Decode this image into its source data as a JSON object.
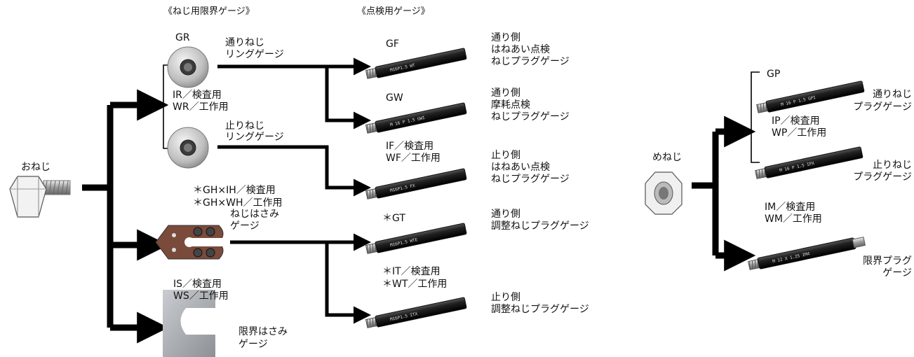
{
  "headers": {
    "limit": "《ねじ用限界ゲージ》",
    "check": "《点検用ゲージ》"
  },
  "external": {
    "label": "おねじ",
    "gr": {
      "code": "GR",
      "name": [
        "通りねじ",
        "リングゲージ"
      ]
    },
    "ir_wr": [
      "IR／検査用",
      "WR／工作用"
    ],
    "stop_ring": [
      "止りねじ",
      "リングゲージ"
    ],
    "gh": [
      "＊GH×IH／検査用",
      "＊GH×WH／工作用"
    ],
    "thread_snap": [
      "ねじはさみ",
      "ゲージ"
    ],
    "is_ws": [
      "IS／検査用",
      "WS／工作用"
    ],
    "limit_snap": [
      "限界はさみ",
      "ゲージ"
    ]
  },
  "check": {
    "gf": {
      "code": "GF",
      "desc": [
        "通り側",
        "はねあい点検",
        "ねじプラグゲージ"
      ],
      "mark": "M16P1.5 WT"
    },
    "gw": {
      "code": "GW",
      "desc": [
        "通り側",
        "摩耗点検",
        "ねじプラグゲージ"
      ],
      "mark": "M 16 P 1.5 GWI"
    },
    "if_wf": {
      "codes": [
        "IF／検査用",
        "WF／工作用"
      ],
      "desc": [
        "止り側",
        "はねあい点検",
        "ねじプラグゲージ"
      ],
      "mark": "M16P1.5 FX"
    },
    "gt": {
      "code": "＊GT",
      "desc": [
        "通り側",
        "調整ねじプラグゲージ"
      ],
      "mark": "M16P1.5 WTE"
    },
    "it_wt": {
      "codes": [
        "＊IT／検査用",
        "＊WT／工作用"
      ],
      "desc": [
        "止り側",
        "調整ねじプラグゲージ"
      ],
      "mark": "M16P1.5 ITX"
    }
  },
  "internal": {
    "label": "めねじ",
    "gp": {
      "code": "GP",
      "name": [
        "通りねじ",
        "プラグゲージ"
      ],
      "mark": "M 16 P 1.5 GPI"
    },
    "ip_wp": [
      "IP／検査用",
      "WP／工作用"
    ],
    "stop_plug": [
      "止りねじ",
      "プラグゲージ"
    ],
    "stop_mark": "M 16 P 1.5 IPX",
    "im_wm": [
      "IM／検査用",
      "WM／工作用"
    ],
    "limit_plug": [
      "限界プラグ",
      "ゲージ"
    ],
    "limit_mark": "M 12 X 1.25 IM4"
  }
}
